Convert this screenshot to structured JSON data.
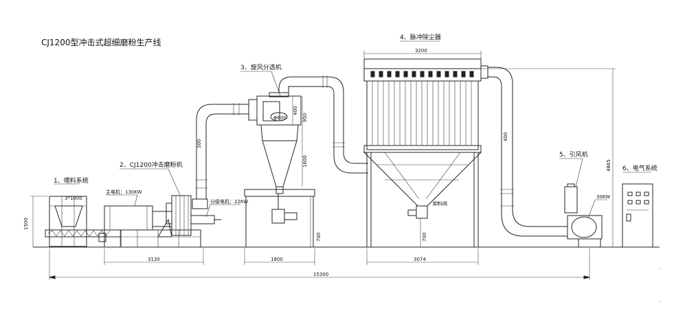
{
  "title": "CJ1200型冲击式超细磨粉生产线",
  "components": [
    {
      "label": "1、喂料系统"
    },
    {
      "label": "2、CJ1200冲击磨粉机"
    },
    {
      "label": "3、旋风分选机"
    },
    {
      "label": "4、脉冲除尘器"
    },
    {
      "label": "5、引风机"
    },
    {
      "label": "6、电气系统"
    }
  ],
  "annotations": {
    "hopper": "3*1000",
    "main_motor": "主电机：130KW",
    "classifier_motor": "分级电机：22KW",
    "pipe_300": "300",
    "cyclone_d": "Φ600",
    "cyclone_400": "400",
    "cyclone_950": "950",
    "cyclone_1600": "1600",
    "filter_width": "3200",
    "pipe_400": "400",
    "fan_power": "30KW",
    "cabinet_height": "4865",
    "valve_label": "卸料阀",
    "height_1500": "1500",
    "height_700_a": "700",
    "height_700_b": "700"
  },
  "dimensions": {
    "mill_width": "3130",
    "cyclone_width": "1800",
    "filter_base_width": "3074",
    "total_length": "15300"
  }
}
